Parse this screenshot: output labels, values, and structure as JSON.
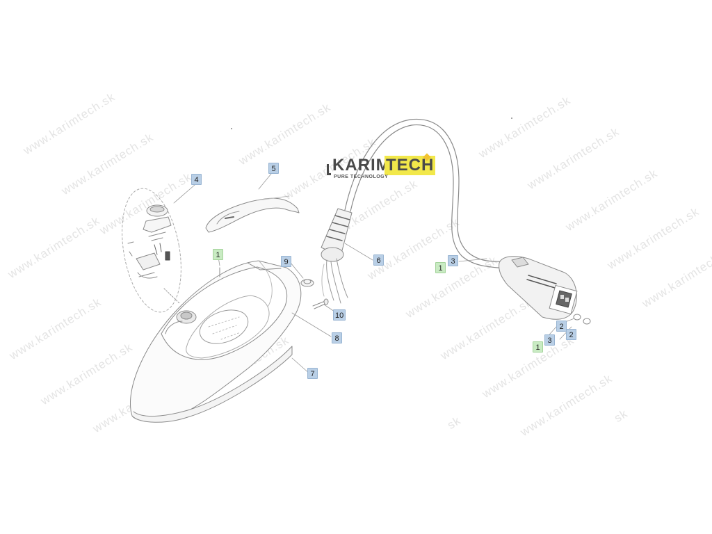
{
  "watermark_text": "www.karimtech.sk",
  "watermark_fragment": "sk",
  "logo": {
    "part1": "KARIM",
    "part2": "TECH",
    "tagline": "PURE TECHNOLOGY",
    "accent_color": "#f2e84a"
  },
  "callouts": [
    {
      "id": "callout-4",
      "text": "4",
      "color": "blue"
    },
    {
      "id": "callout-5",
      "text": "5",
      "color": "blue"
    },
    {
      "id": "callout-1-iron",
      "text": "1",
      "color": "green"
    },
    {
      "id": "callout-9",
      "text": "9",
      "color": "blue"
    },
    {
      "id": "callout-6",
      "text": "6",
      "color": "blue"
    },
    {
      "id": "callout-10",
      "text": "10",
      "color": "blue"
    },
    {
      "id": "callout-8",
      "text": "8",
      "color": "blue"
    },
    {
      "id": "callout-7",
      "text": "7",
      "color": "blue"
    },
    {
      "id": "callout-1-upper",
      "text": "1",
      "color": "green"
    },
    {
      "id": "callout-3-upper",
      "text": "3",
      "color": "blue"
    },
    {
      "id": "callout-2-a",
      "text": "2",
      "color": "blue"
    },
    {
      "id": "callout-2-b",
      "text": "2",
      "color": "blue"
    },
    {
      "id": "callout-1-lower",
      "text": "1",
      "color": "green"
    },
    {
      "id": "callout-3-lower",
      "text": "3",
      "color": "blue"
    }
  ]
}
